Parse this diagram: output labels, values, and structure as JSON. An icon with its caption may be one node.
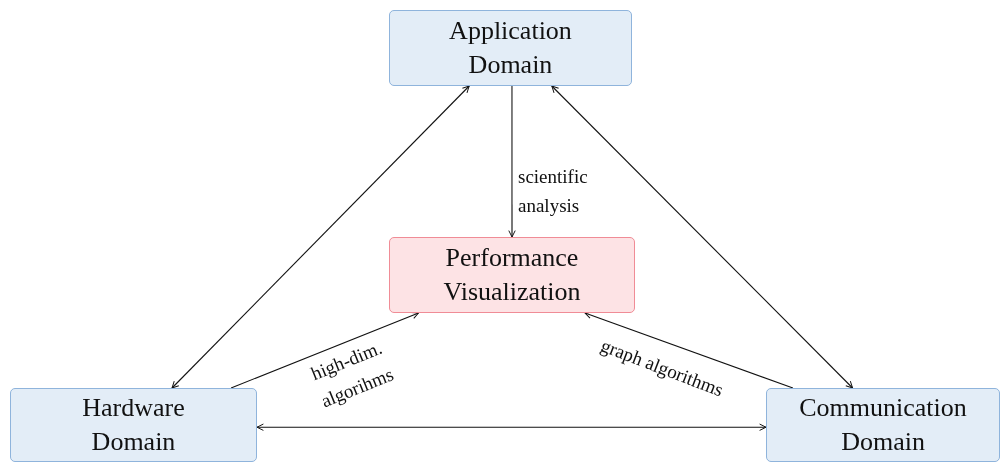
{
  "diagram": {
    "nodes": [
      {
        "text": [
          "Application Domain"
        ]
      },
      {
        "text": [
          "Performance Visualization"
        ]
      },
      {
        "text": [
          "Hardware Domain"
        ]
      },
      {
        "text": [
          "Communication Domain"
        ]
      }
    ],
    "edges": [
      {
        "from": 0,
        "to": 1,
        "arrow": "to",
        "label": "scientific analysis"
      },
      {
        "from": 0,
        "to": 2,
        "arrow": "both"
      },
      {
        "from": 0,
        "to": 3,
        "arrow": "both"
      },
      {
        "from": 2,
        "to": 1,
        "arrow": "to",
        "label": "high-dim. algorihms"
      },
      {
        "from": 3,
        "to": 1,
        "arrow": "to",
        "label": "graph algorithms"
      },
      {
        "from": 2,
        "to": 3,
        "arrow": "both"
      }
    ]
  }
}
